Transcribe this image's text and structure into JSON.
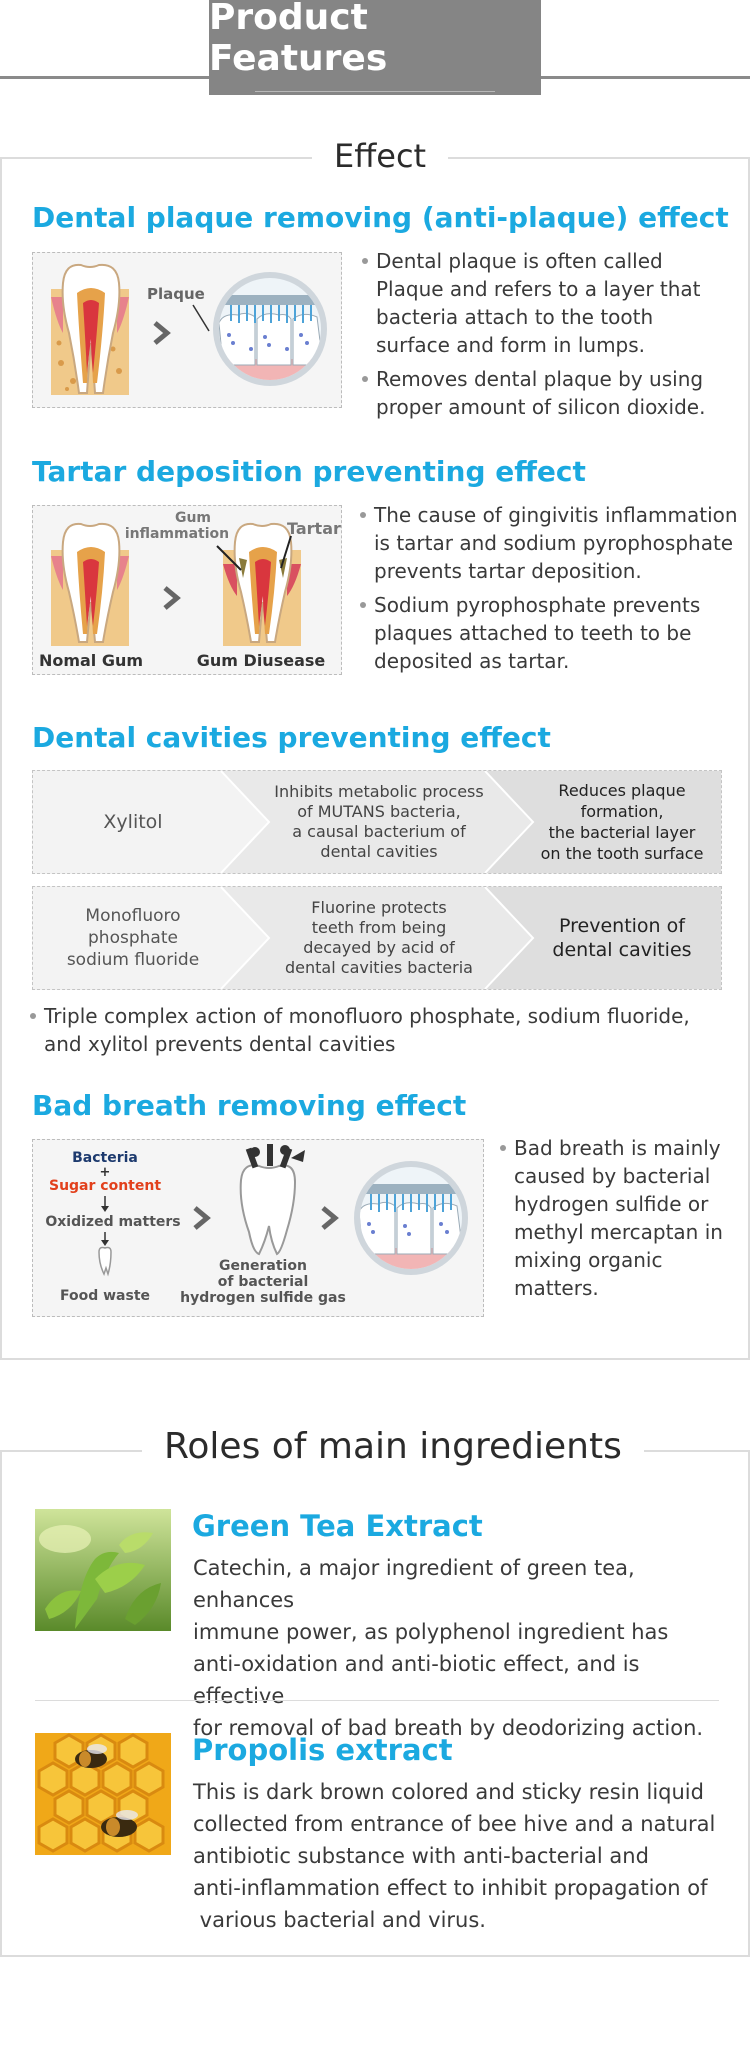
{
  "header": {
    "title": "Product Features"
  },
  "effect": {
    "title": "Effect",
    "plaque": {
      "title": "Dental plaque removing (anti-plaque) effect",
      "img_label": "Plaque",
      "bullets": [
        "Dental plaque is often called Plaque and refers to a layer that bacteria attach to the tooth surface and form in lumps.",
        "Removes dental plaque by using proper amount of silicon dioxide."
      ]
    },
    "tartar": {
      "title": "Tartar deposition preventing effect",
      "labels": {
        "gum_inflammation_1": "Gum",
        "gum_inflammation_2": "inflammation",
        "tartar": "Tartar",
        "normal": "Nomal Gum",
        "disease": "Gum Diusease"
      },
      "bullets": [
        "The cause of gingivitis inflammation is tartar and sodium pyrophosphate prevents tartar deposition.",
        "Sodium pyrophosphate prevents plaques attached to teeth to be deposited as tartar."
      ]
    },
    "cavities": {
      "title": "Dental cavities preventing effect",
      "row1": {
        "c1": [
          "Xylitol"
        ],
        "c2": [
          "Inhibits metabolic process",
          "of MUTANS bacteria,",
          "a causal bacterium of",
          "dental cavities"
        ],
        "c3": [
          "Reduces plaque",
          "formation,",
          "the bacterial layer",
          "on the tooth surface"
        ]
      },
      "row2": {
        "c1": [
          "Monofluoro",
          "phosphate",
          "sodium fluoride"
        ],
        "c2": [
          "Fluorine protects",
          "teeth from being",
          "decayed by acid of",
          "dental cavities bacteria"
        ],
        "c3": [
          "Prevention of",
          "dental cavities"
        ]
      },
      "note": "Triple complex action of monofluoro phosphate, sodium fluoride, and xylitol prevents dental cavities"
    },
    "breath": {
      "title": "Bad breath removing effect",
      "labels": {
        "bacteria": "Bacteria",
        "plus": "+",
        "sugar": "Sugar content",
        "oxidized": "Oxidized matters",
        "food": "Food waste",
        "gen1": "Generation",
        "gen2": "of bacterial",
        "gen3": "hydrogen sulfide gas"
      },
      "bullet": "Bad breath is mainly caused by bacterial hydrogen sulfide or methyl mercaptan in mixing organic matters."
    }
  },
  "roles": {
    "title": "Roles of main ingredients",
    "items": [
      {
        "name": "Green Tea Extract",
        "desc_lines": [
          "Catechin, a major ingredient of green tea, enhances",
          "immune power, as polyphenol ingredient has",
          "anti-oxidation and anti-biotic effect, and is effective",
          "for removal of bad breath by deodorizing action."
        ]
      },
      {
        "name": "Propolis extract",
        "desc_lines": [
          "This is dark brown colored and sticky resin liquid",
          "collected from entrance of bee hive and a natural",
          "antibiotic substance with anti-bacterial and",
          "anti-inflammation effect to inhibit propagation of",
          " various bacterial and virus."
        ]
      }
    ]
  },
  "colors": {
    "accent": "#1ba9e0",
    "header": "#858585",
    "sugar": "#e2401c",
    "bacteria": "#1d3a6e"
  }
}
